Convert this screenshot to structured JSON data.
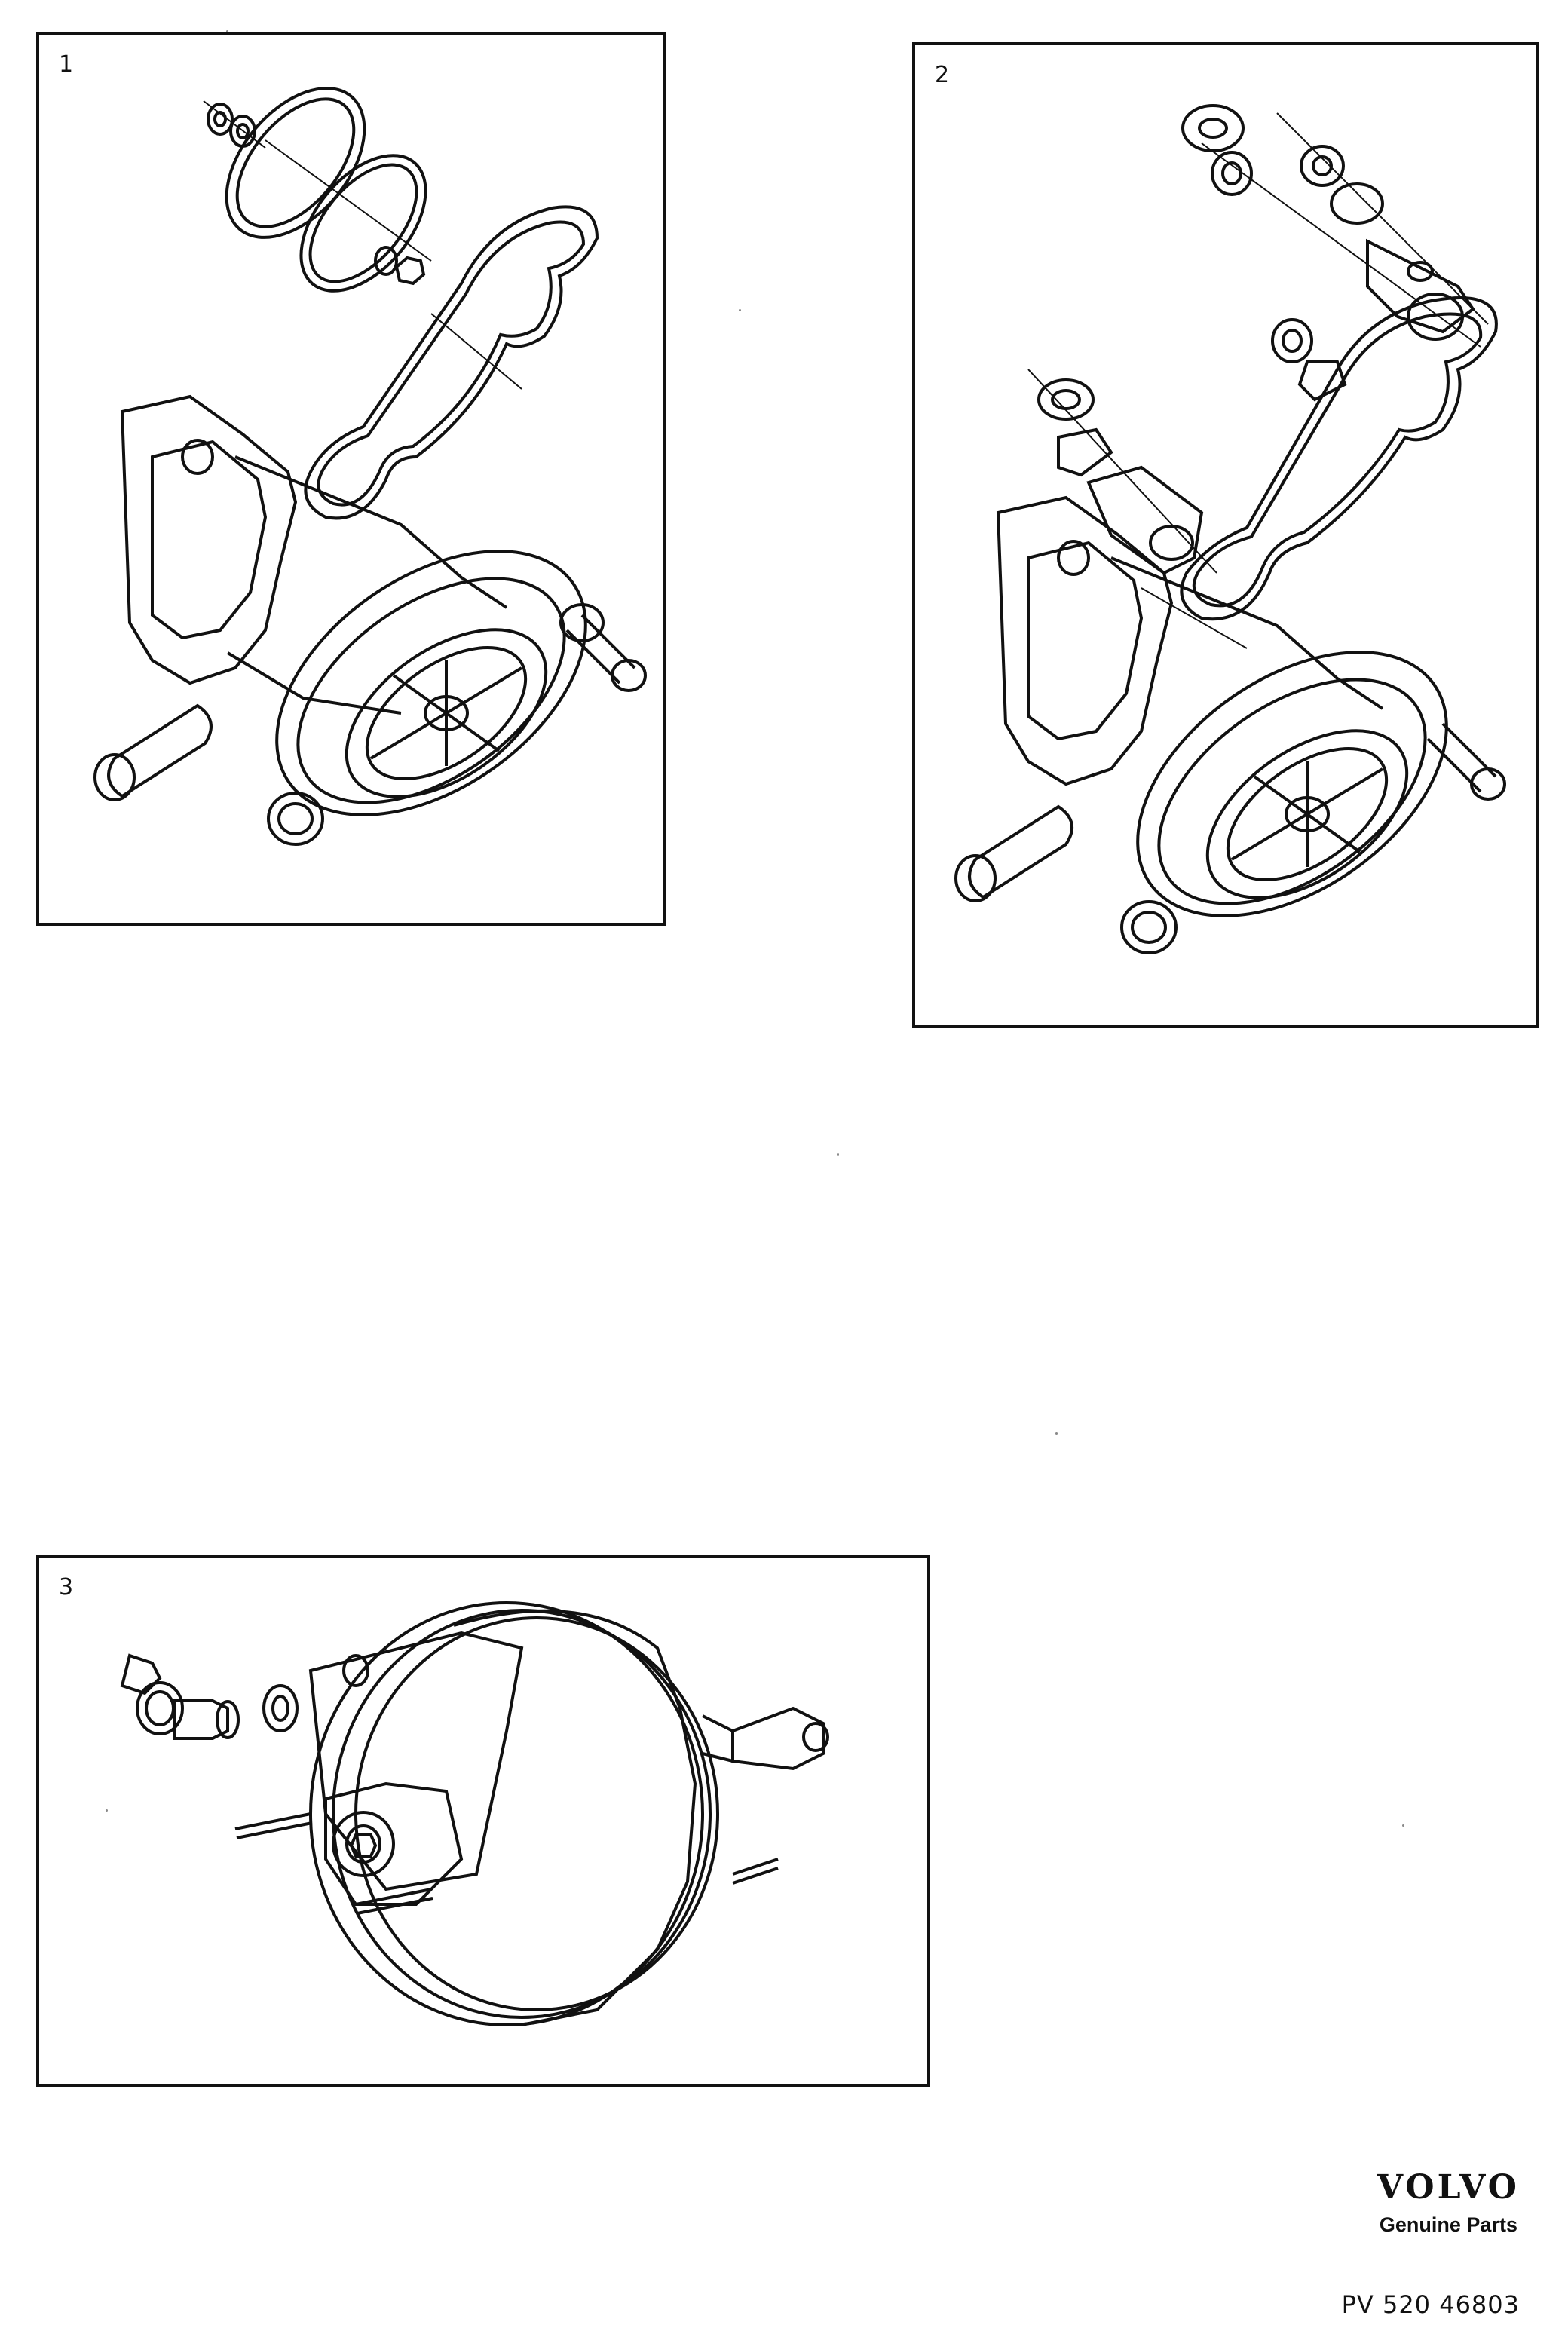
{
  "panels": [
    {
      "number": "1"
    },
    {
      "number": "2"
    },
    {
      "number": "3"
    }
  ],
  "brand": {
    "name": "VOLVO",
    "tagline": "Genuine Parts"
  },
  "part_number": "PV 520 46803"
}
